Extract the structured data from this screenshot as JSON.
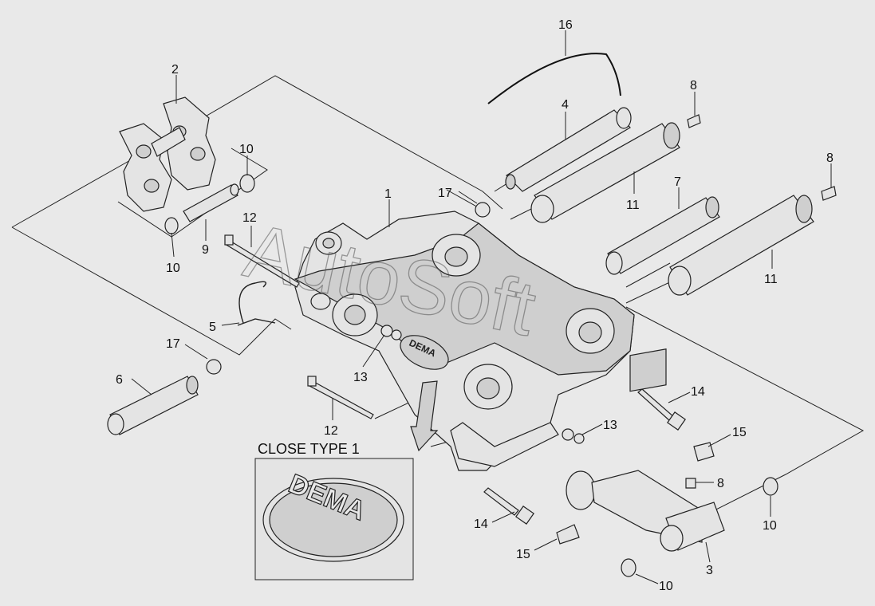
{
  "watermark": "AutoSoft",
  "inset": {
    "title": "CLOSE TYPE 1",
    "logo_text": "DEMA"
  },
  "main_logo_text": "DEMA",
  "callouts": [
    {
      "id": "c16",
      "text": "16"
    },
    {
      "id": "c2",
      "text": "2"
    },
    {
      "id": "c4",
      "text": "4"
    },
    {
      "id": "c8a",
      "text": "8"
    },
    {
      "id": "c10a",
      "text": "10"
    },
    {
      "id": "c1",
      "text": "1"
    },
    {
      "id": "c17a",
      "text": "17"
    },
    {
      "id": "c11a",
      "text": "11"
    },
    {
      "id": "c7",
      "text": "7"
    },
    {
      "id": "c8b",
      "text": "8"
    },
    {
      "id": "c12a",
      "text": "12"
    },
    {
      "id": "c9",
      "text": "9"
    },
    {
      "id": "c10b",
      "text": "10"
    },
    {
      "id": "c11b",
      "text": "11"
    },
    {
      "id": "c5",
      "text": "5"
    },
    {
      "id": "c17b",
      "text": "17"
    },
    {
      "id": "c13a",
      "text": "13"
    },
    {
      "id": "c6",
      "text": "6"
    },
    {
      "id": "c14a",
      "text": "14"
    },
    {
      "id": "c12b",
      "text": "12"
    },
    {
      "id": "c13b",
      "text": "13"
    },
    {
      "id": "c15a",
      "text": "15"
    },
    {
      "id": "c8c",
      "text": "8"
    },
    {
      "id": "c14b",
      "text": "14"
    },
    {
      "id": "c10c",
      "text": "10"
    },
    {
      "id": "c15b",
      "text": "15"
    },
    {
      "id": "c3",
      "text": "3"
    },
    {
      "id": "c10d",
      "text": "10"
    }
  ]
}
